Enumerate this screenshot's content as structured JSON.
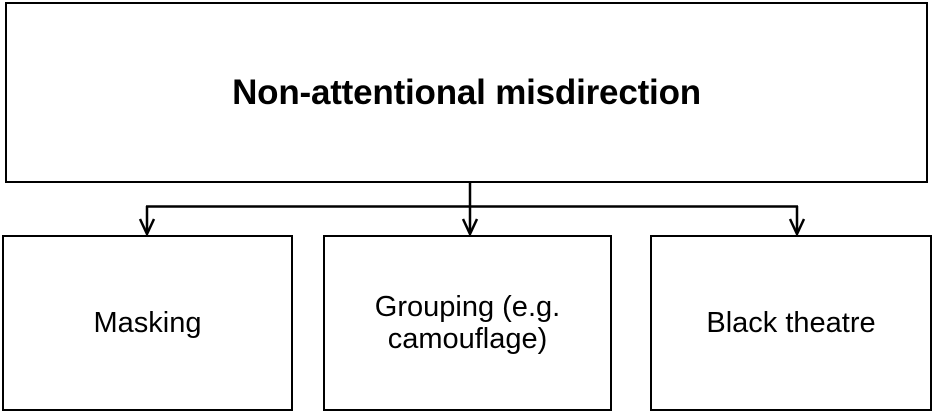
{
  "diagram": {
    "title": "Non-attentional misdirection",
    "root": {
      "label": "Non-attentional misdirection"
    },
    "children": [
      {
        "label": "Masking"
      },
      {
        "label": "Grouping (e.g.\ncamouflage)"
      },
      {
        "label": "Black theatre"
      }
    ],
    "style": {
      "line_color": "#000000",
      "box_fill": "#ffffff",
      "text_color": "#000000",
      "background": "#ffffff"
    },
    "connectors": {
      "type": "orthogonal-tree",
      "arrowhead": "open-v",
      "branch_count": 3
    }
  }
}
